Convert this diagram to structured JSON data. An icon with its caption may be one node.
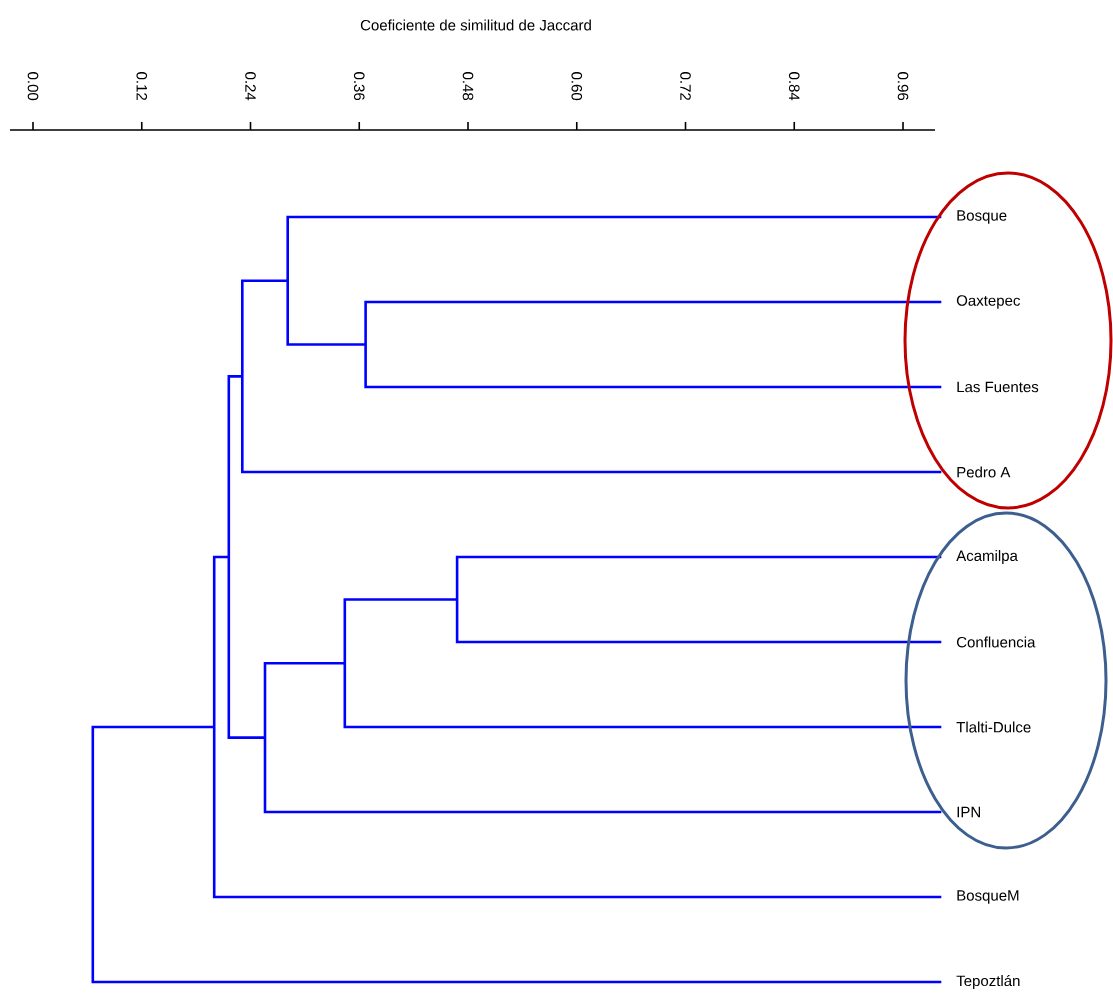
{
  "diagram": {
    "nodes": [
      {
        "text": [],
        "shape": "ellipse"
      },
      {
        "text": [
          "Bosque"
        ],
        "in": 0
      },
      {
        "text": [
          "Oaxtepec"
        ],
        "in": 0
      },
      {
        "text": [
          "Las Fuentes"
        ],
        "in": 0
      },
      {
        "text": [
          "Pedro A"
        ],
        "in": 0
      },
      {
        "text": [],
        "shape": "ellipse"
      },
      {
        "text": [
          "Acamilpa"
        ],
        "in": 5
      },
      {
        "text": [
          "Confluencia"
        ],
        "in": 5
      },
      {
        "text": [
          "Tlalti-Dulce"
        ],
        "in": 5
      },
      {
        "text": [
          "IPN"
        ],
        "in": 5
      },
      {
        "text": [
          "BosqueM"
        ]
      },
      {
        "text": [
          "Tepoztlán"
        ]
      }
    ],
    "labels": [
      "Coeficiente de similitud de Jaccard",
      "0.00",
      "0.12",
      "0.24",
      "0.36",
      "0.48",
      "0.60",
      "0.72",
      "0.84",
      "0.96"
    ]
  }
}
